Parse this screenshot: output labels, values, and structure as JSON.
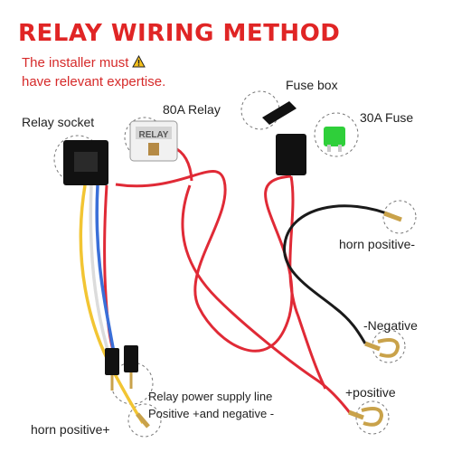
{
  "title": "RELAY WIRING METHOD",
  "warning": {
    "line1": "The installer must",
    "line2": "have relevant expertise.",
    "icon": "warning-triangle-icon"
  },
  "relay_label": {
    "text": "RELAY"
  },
  "labels": {
    "relay_socket": "Relay socket",
    "relay": "80A Relay",
    "fuse_box": "Fuse box",
    "fuse": "30A Fuse",
    "horn_positive_minus": "horn positive-",
    "negative": "-Negative",
    "positive": "+positive",
    "power_line_1": "Relay power supply line",
    "power_line_2": "Positive +and negative -",
    "horn_positive_plus": "horn positive+"
  },
  "colors": {
    "title": "#e02525",
    "wire_red": "#e02a36",
    "wire_black": "#1a1a1a",
    "wire_yellow": "#f2c533",
    "wire_blue": "#3a6fd8",
    "wire_white": "#dcdcdc",
    "fuse_green": "#2fcf3a",
    "terminal": "#c9a24a",
    "callout": "#666666"
  }
}
